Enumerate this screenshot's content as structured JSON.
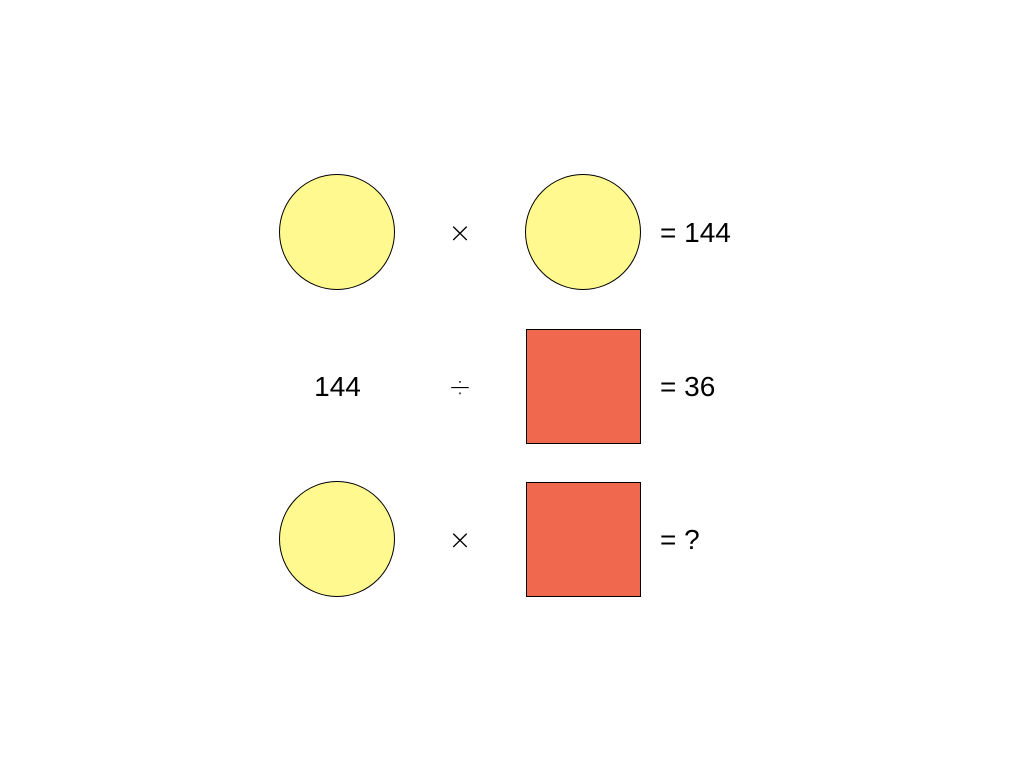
{
  "colors": {
    "circle_fill": "#FFF98F",
    "square_fill": "#F0684D",
    "outline": "#000000",
    "background": "#FFFFFF"
  },
  "rows": [
    {
      "left": {
        "shape": "circle"
      },
      "operator": "×",
      "right": {
        "shape": "circle"
      },
      "result": "= 144"
    },
    {
      "left": {
        "number": "144"
      },
      "operator": "÷",
      "right": {
        "shape": "square"
      },
      "result": "= 36"
    },
    {
      "left": {
        "shape": "circle"
      },
      "operator": "×",
      "right": {
        "shape": "square"
      },
      "result": "= ?"
    }
  ]
}
